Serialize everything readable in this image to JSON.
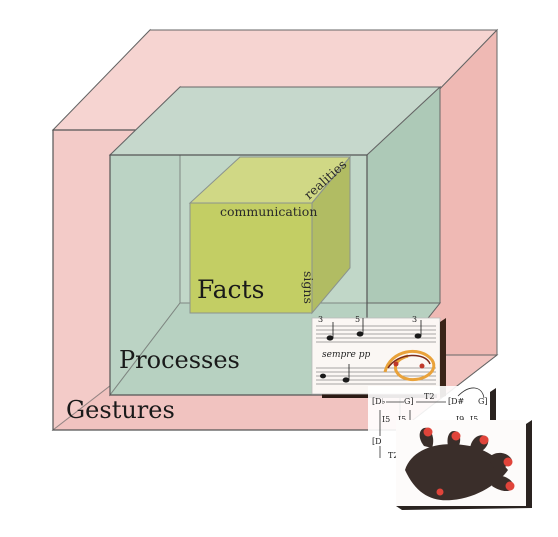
{
  "cube_labels": {
    "outer": "Gestures",
    "middle": "Processes",
    "inner": "Facts",
    "inner_top_edge": "realities",
    "inner_front_top": "communication",
    "inner_right_edge": "signs"
  },
  "score_inset": {
    "direction": "sempre pp",
    "staff_marks": [
      "3",
      "5",
      "3"
    ]
  },
  "graph_inset": {
    "nodes": [
      "[D♭",
      "G]",
      "[D#",
      "G]",
      "[D"
    ],
    "edges": [
      "T2",
      "T2",
      "I5",
      "I5",
      "I9",
      "I5",
      "T2"
    ]
  },
  "colors": {
    "outer_box": "#f2c2bf",
    "middle_box": "#b9d4c4",
    "inner_box": "#c8cc3c",
    "edges": "#555555",
    "glove": "#3a2e2a",
    "glove_dots": "#e0443a"
  }
}
